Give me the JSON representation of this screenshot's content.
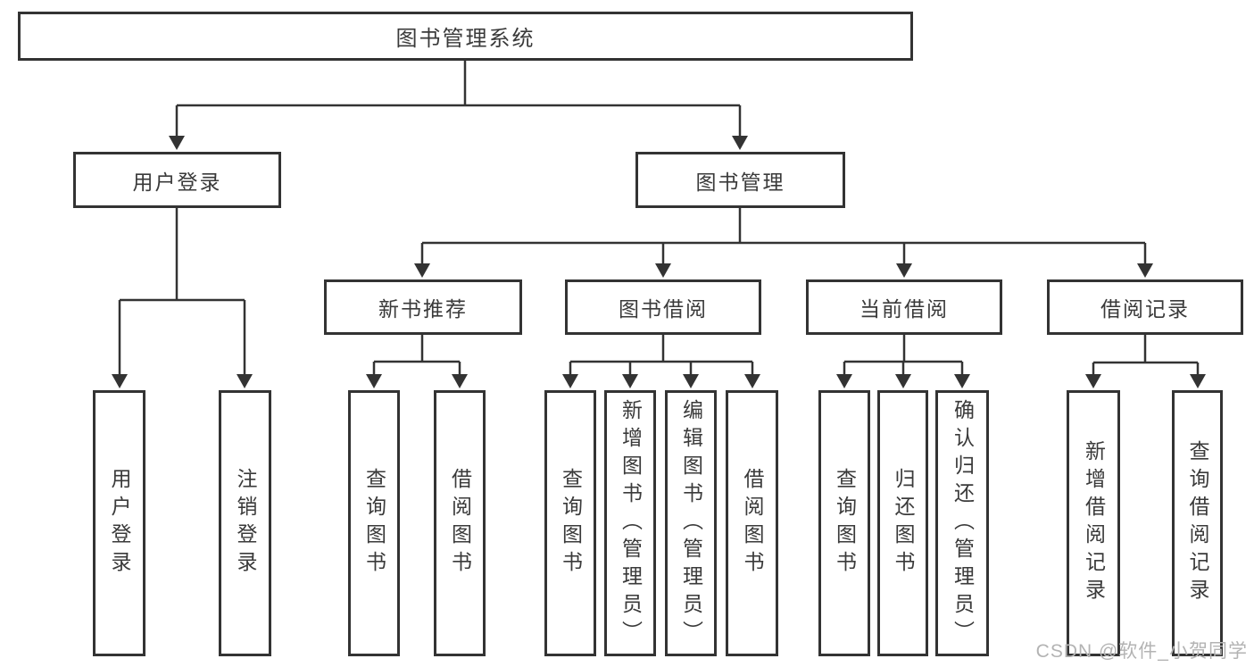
{
  "colors": {
    "line": "#333333",
    "border": "#333333",
    "text": "#3a3a3a",
    "watermark": "#b3b3b3",
    "background": "#ffffff"
  },
  "diagram": {
    "root": {
      "label": "图书管理系统"
    },
    "level2": [
      {
        "label": "用户登录"
      },
      {
        "label": "图书管理"
      }
    ],
    "user_login_children": [
      {
        "label": "用户登录"
      },
      {
        "label": "注销登录"
      }
    ],
    "modules": [
      {
        "label": "新书推荐",
        "children": [
          {
            "label": "查询图书"
          },
          {
            "label": "借阅图书"
          }
        ]
      },
      {
        "label": "图书借阅",
        "children": [
          {
            "label": "查询图书"
          },
          {
            "label": "新增图书（管理员）"
          },
          {
            "label": "编辑图书（管理员）"
          },
          {
            "label": "借阅图书"
          }
        ]
      },
      {
        "label": "当前借阅",
        "children": [
          {
            "label": "查询图书"
          },
          {
            "label": "归还图书"
          },
          {
            "label": "确认归还（管理员）"
          }
        ]
      },
      {
        "label": "借阅记录",
        "children": [
          {
            "label": "新增借阅记录"
          },
          {
            "label": "查询借阅记录"
          }
        ]
      }
    ]
  },
  "watermark": {
    "text": "CSDN @软件_小贺同学"
  }
}
